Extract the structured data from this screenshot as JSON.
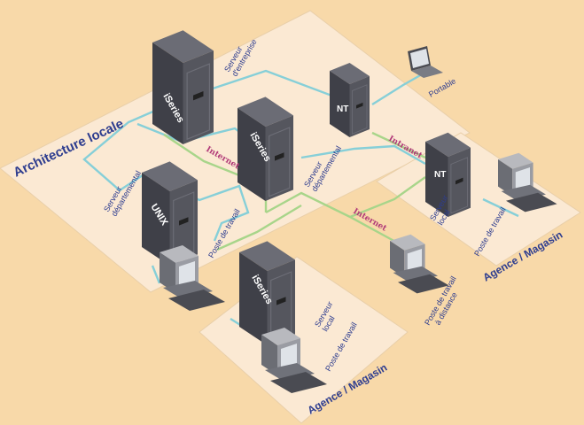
{
  "diagram": {
    "title": "Architecture locale",
    "branch_title": "Agence / Magasin",
    "colors": {
      "background": "#f8d9a9",
      "platform": "#fbe9d3",
      "platform_edge": "#e9cfa9",
      "lan_link": "#86cfd8",
      "internet_link": "#a8d58a",
      "internet_text": "#b13a78",
      "label_text": "#2e3d8f",
      "tower_dark": "#3f4048",
      "tower_mid": "#55565e"
    },
    "servers": {
      "iseries_main": {
        "badge": "iSeries",
        "label_lines": [
          "Serveur",
          "d'entreprise"
        ],
        "icon": "server-tower-icon"
      },
      "nt_center": {
        "badge": "NT",
        "icon": "server-tower-icon"
      },
      "iseries_dept": {
        "badge": "iSeries",
        "label_lines": [
          "Serveur",
          "départemental"
        ],
        "icon": "server-tower-icon"
      },
      "unix_dept": {
        "badge": "UNIX",
        "label_lines": [
          "Serveur",
          "départemental"
        ],
        "icon": "server-tower-icon"
      },
      "nt_branch": {
        "badge": "NT",
        "label_lines": [
          "Serveur",
          "local"
        ],
        "icon": "server-tower-icon"
      },
      "iseries_branch": {
        "badge": "iSeries",
        "label_lines": [
          "Serveur",
          "local"
        ],
        "icon": "server-tower-icon"
      }
    },
    "devices": {
      "laptop": {
        "label": "Portable",
        "icon": "laptop-icon"
      },
      "ws_local": {
        "label": "Poste de travail",
        "icon": "workstation-icon"
      },
      "ws_branch_right": {
        "label": "Poste de travail",
        "icon": "workstation-icon"
      },
      "ws_branch_bottom": {
        "label": "Poste de travail",
        "icon": "workstation-icon"
      },
      "ws_remote": {
        "label_lines": [
          "Poste de travail",
          "à distance"
        ],
        "icon": "workstation-icon"
      }
    },
    "links": {
      "internet_1": "Internet",
      "internet_2": "Intranet",
      "internet_3": "Internet"
    }
  }
}
